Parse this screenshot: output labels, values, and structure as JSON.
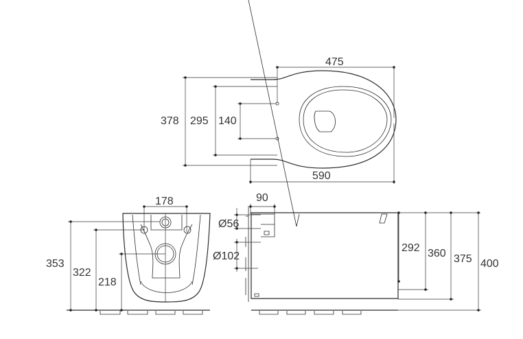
{
  "top_view": {
    "width_475": "475",
    "length_590": "590",
    "width_378": "378",
    "width_295": "295",
    "holes_140": "140"
  },
  "front_view": {
    "holes_178": "178",
    "height_353": "353",
    "height_322": "322",
    "height_218": "218"
  },
  "side_view": {
    "dia_56": "Ø56",
    "dia_102": "Ø102",
    "depth_90": "90",
    "h_292": "292",
    "h_360": "360",
    "h_375": "375",
    "h_400": "400"
  }
}
